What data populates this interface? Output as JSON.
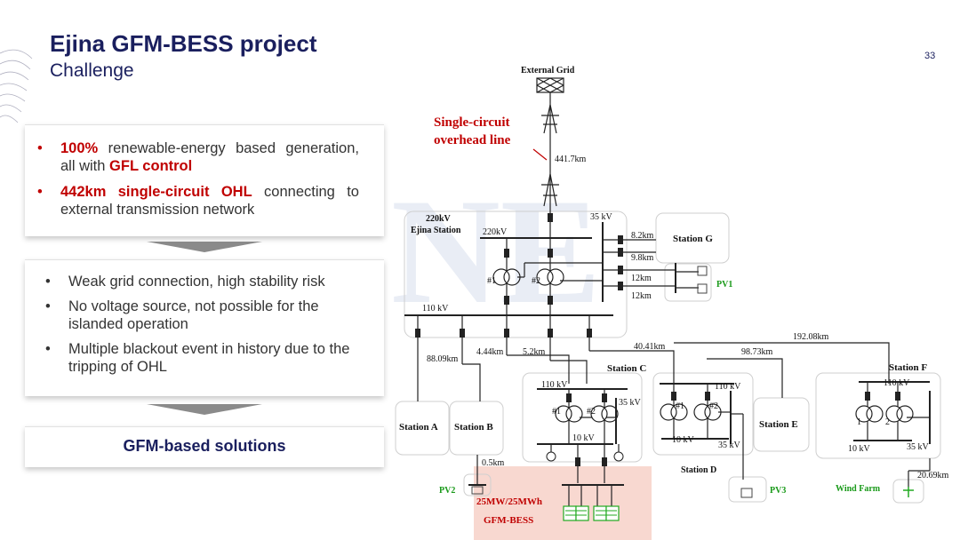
{
  "slide": {
    "title": "Ejina GFM-BESS project",
    "subtitle": "Challenge",
    "page_number": "33"
  },
  "challenge_card": {
    "bullet1_highlight": "100%",
    "bullet1_text": " renewable-energy based generation, all with ",
    "bullet1_highlight2": "GFL control",
    "bullet2_highlight": "442km single-circuit OHL",
    "bullet2_text": " connecting to external transmission network"
  },
  "impact_card": {
    "items": [
      "Weak grid connection, high stability risk",
      "No voltage source, not possible for the islanded operation",
      "Multiple blackout event in history due to the tripping of OHL"
    ]
  },
  "solution_card": {
    "label": "GFM-based solutions"
  },
  "diagram": {
    "external_grid": "External Grid",
    "ohl_label_line1": "Single-circuit",
    "ohl_label_line2": "overhead line",
    "ohl_length": "441.7km",
    "ejina_line1": "220kV",
    "ejina_line2": "Ejina Station",
    "bus_220kv": "220kV",
    "bus_35kv": "35 kV",
    "bus_110kv": "110 kV",
    "t1": "#1",
    "t2": "#2",
    "len_8_2": "8.2km",
    "len_9_8": "9.8km",
    "len_12a": "12km",
    "len_12b": "12km",
    "station_g": "Station G",
    "pv1": "PV1",
    "len_40_41": "40.41km",
    "len_192_08": "192.08km",
    "len_98_73": "98.73km",
    "len_88_09": "88.09km",
    "len_4_44": "4.44km",
    "len_5_2": "5.2km",
    "station_a": "Station A",
    "station_b": "Station B",
    "len_0_5": "0.5km",
    "pv2": "PV2",
    "station_c": "Station C",
    "c_110kv": "110 kV",
    "c_35kv": "35 kV",
    "c_10kv": "10 kV",
    "c_t1": "#1",
    "c_t2": "#2",
    "bess_line1": "25MW/25MWh",
    "bess_line2": "GFM-BESS",
    "station_d": "Station D",
    "d_110kv": "110 kV",
    "d_35kv": "35 kV",
    "d_10kv": "10 kV",
    "d_t1": "#1",
    "d_t2": "#2",
    "station_e": "Station E",
    "pv3": "PV3",
    "station_f": "Station F",
    "f_110kv": "110 kV",
    "f_35kv": "35 kV",
    "f_10kv": "10 kV",
    "f_t1": "1",
    "f_t2": "2",
    "wind_farm": "Wind Farm",
    "len_20_69": "20.69km"
  },
  "colors": {
    "title": "#1a1f5e",
    "highlight": "#c00000",
    "green_label": "#1a9a1a",
    "bess_fill": "#f8d8d0",
    "battery": "#22aa22"
  }
}
